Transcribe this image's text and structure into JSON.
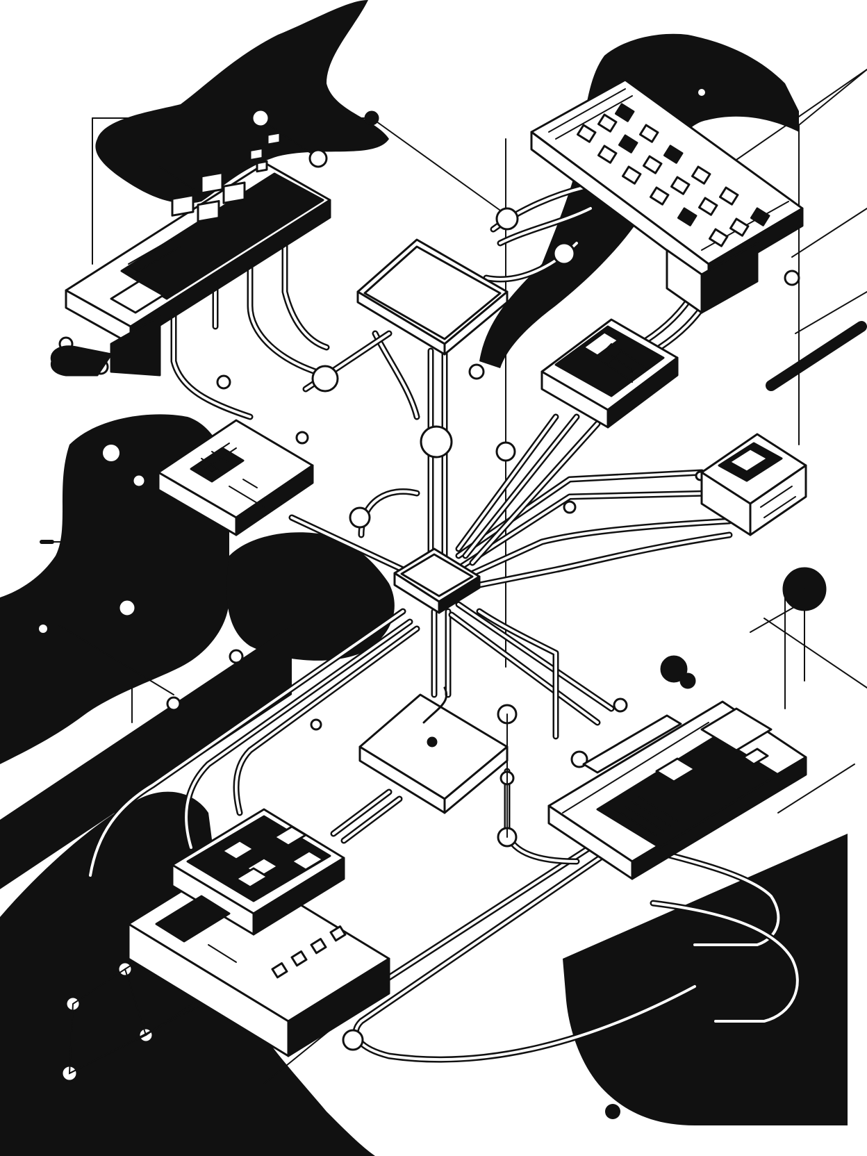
{
  "artwork": {
    "palette": {
      "ink": "#111111",
      "paper": "#ffffff"
    },
    "devices": [
      "top-left-terminal",
      "top-right-keyboard-panel",
      "central-hub-box",
      "right-display-module",
      "left-keypad-module",
      "far-right-small-module",
      "center-router-cube",
      "lower-center-box",
      "lower-right-circuit-board",
      "lower-left-console"
    ]
  }
}
